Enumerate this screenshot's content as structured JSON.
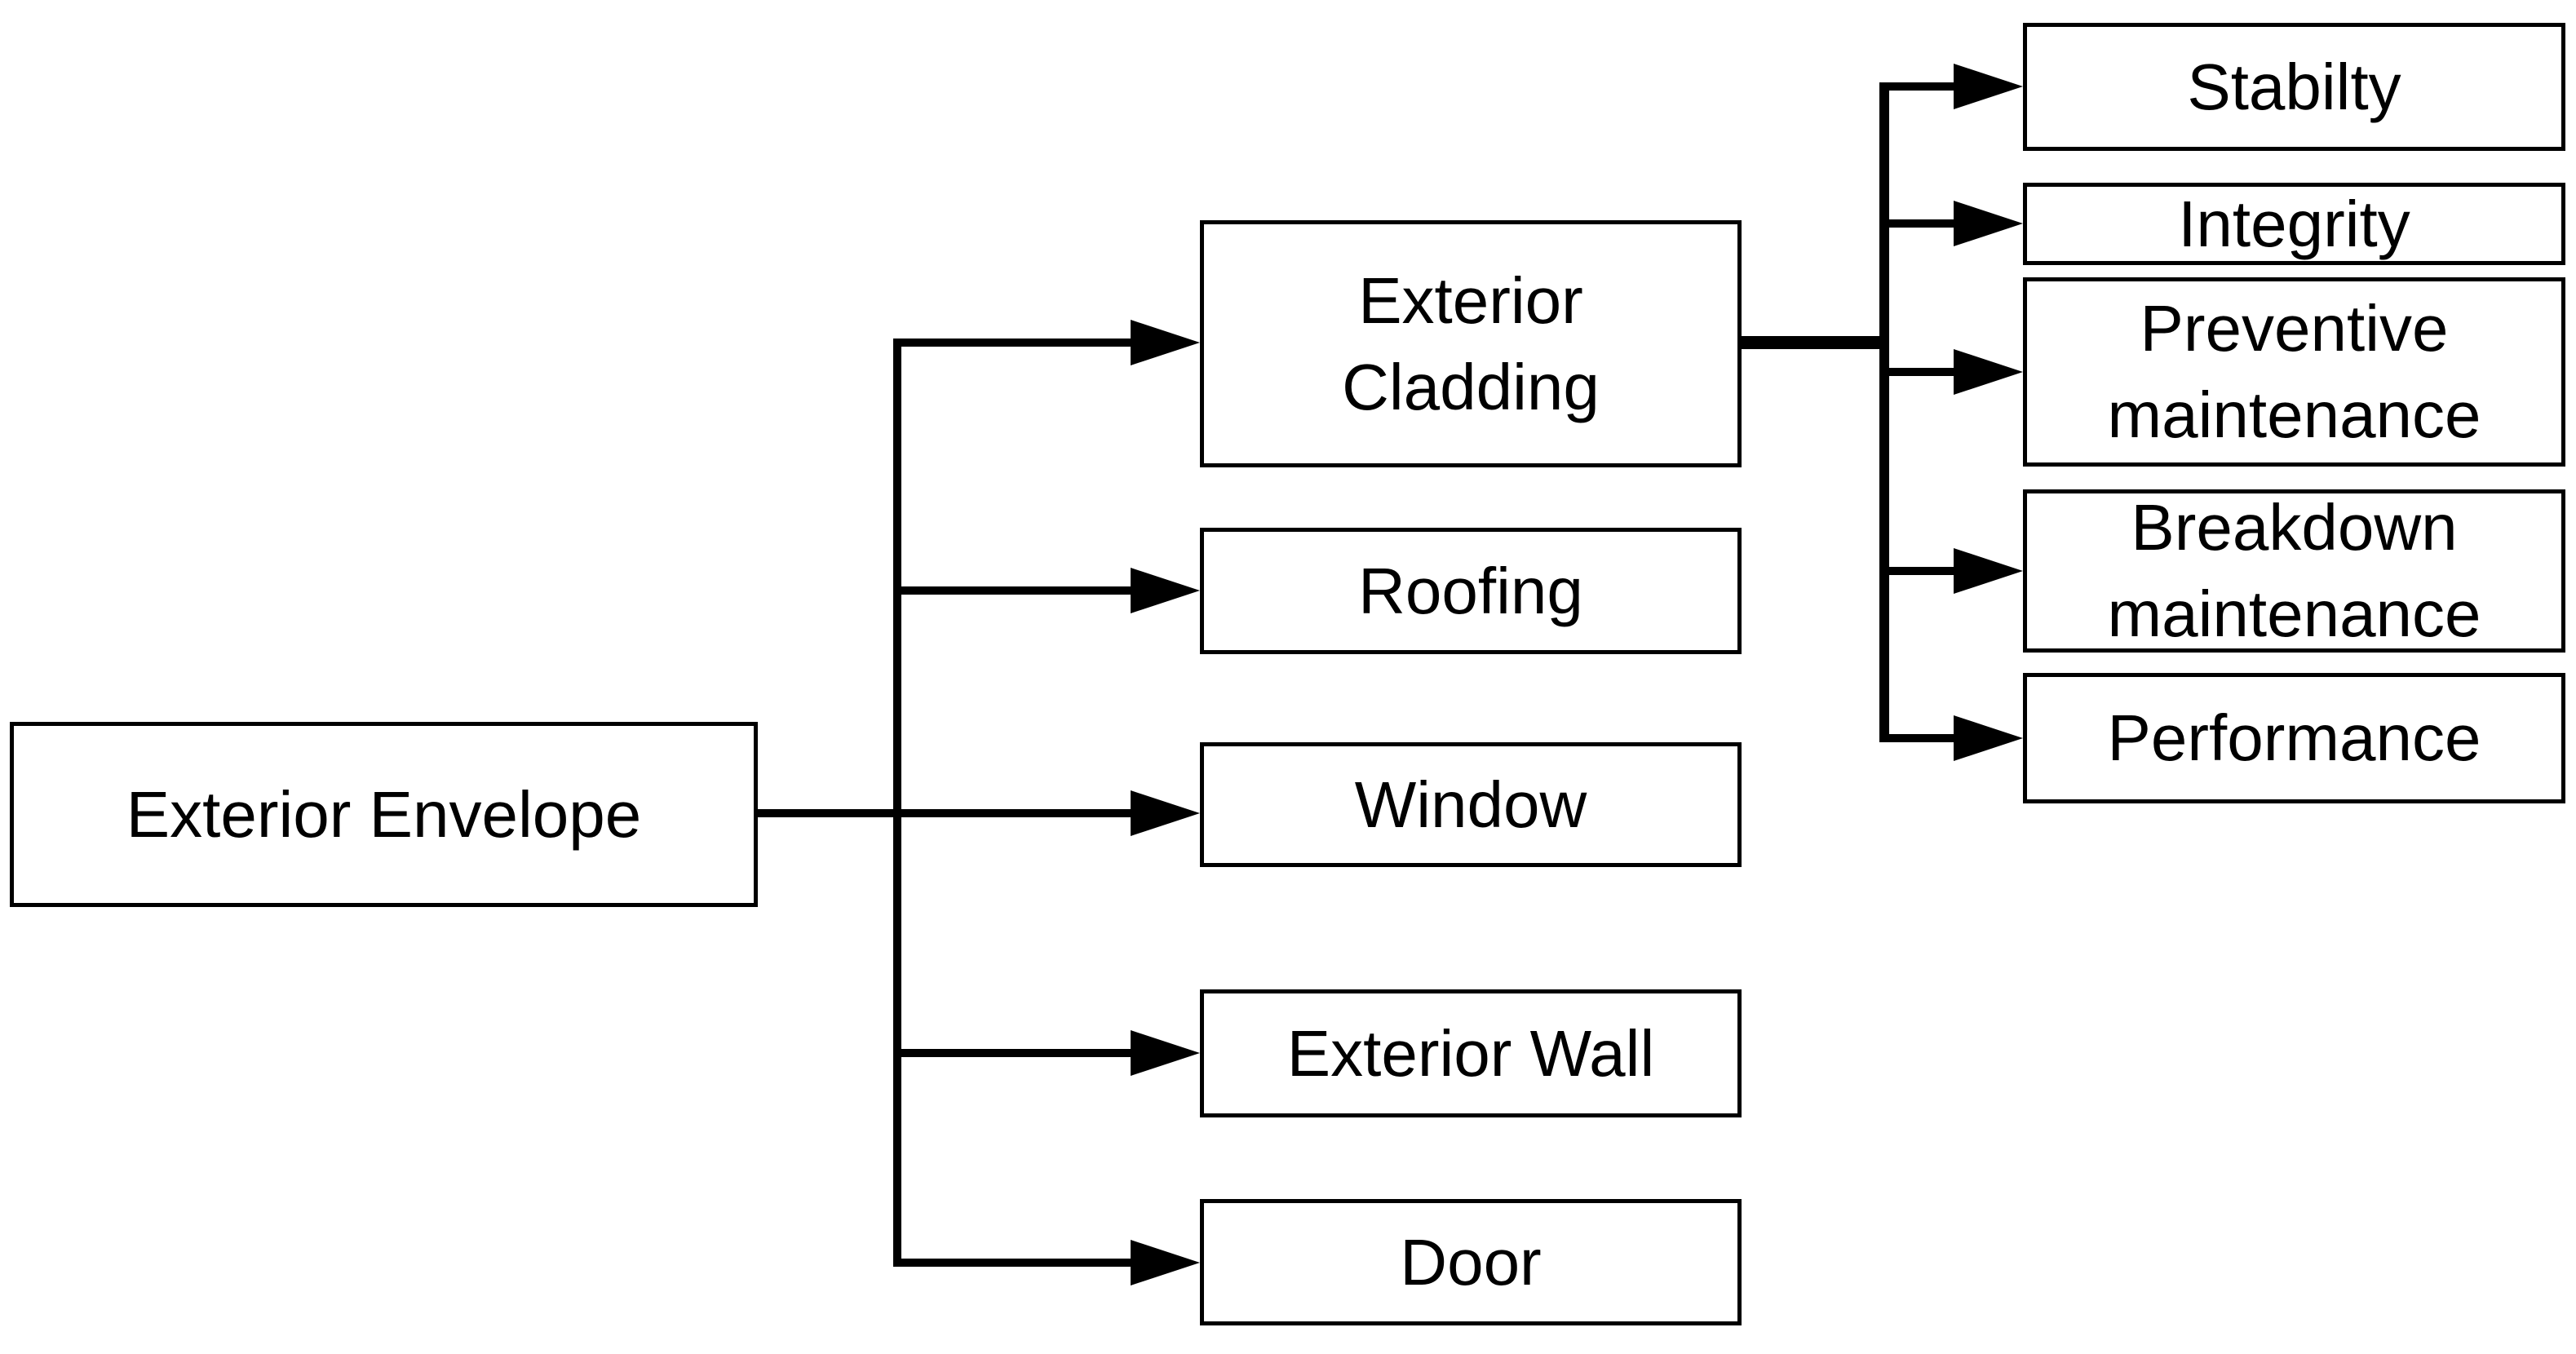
{
  "diagram": {
    "colors": {
      "background": "#ffffff",
      "line": "#000000",
      "box_fill": "#ffffff",
      "text": "#000000"
    },
    "nodes": {
      "root": {
        "label": "Exterior Envelope"
      },
      "components": [
        {
          "label": "Exterior Cladding"
        },
        {
          "label": "Roofing"
        },
        {
          "label": "Window"
        },
        {
          "label": "Exterior Wall"
        },
        {
          "label": "Door"
        }
      ],
      "cladding_aspects": [
        {
          "label": "Stabilty"
        },
        {
          "label": "Integrity"
        },
        {
          "label": "Preventive maintenance"
        },
        {
          "label": "Breakdown maintenance"
        },
        {
          "label": "Performance"
        }
      ]
    },
    "edges": [
      {
        "from": "Exterior Envelope",
        "to": "Exterior Cladding"
      },
      {
        "from": "Exterior Envelope",
        "to": "Roofing"
      },
      {
        "from": "Exterior Envelope",
        "to": "Window"
      },
      {
        "from": "Exterior Envelope",
        "to": "Exterior Wall"
      },
      {
        "from": "Exterior Envelope",
        "to": "Door"
      },
      {
        "from": "Exterior Cladding",
        "to": "Stabilty"
      },
      {
        "from": "Exterior Cladding",
        "to": "Integrity"
      },
      {
        "from": "Exterior Cladding",
        "to": "Preventive maintenance"
      },
      {
        "from": "Exterior Cladding",
        "to": "Breakdown maintenance"
      },
      {
        "from": "Exterior Cladding",
        "to": "Performance"
      }
    ]
  }
}
